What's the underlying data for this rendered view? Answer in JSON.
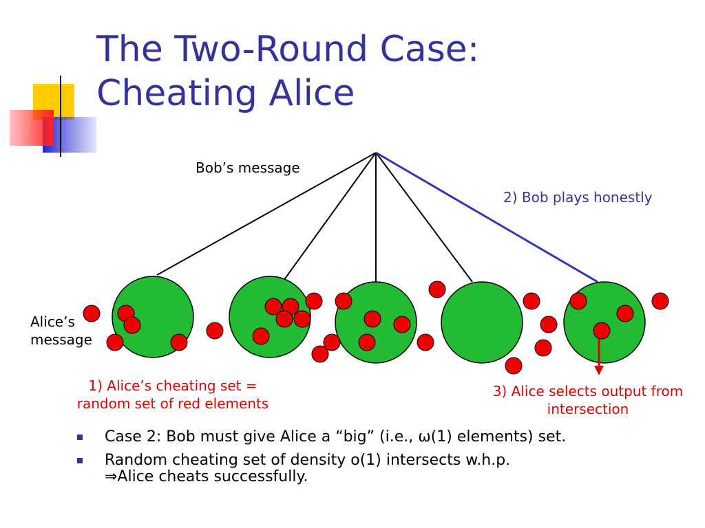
{
  "slide": {
    "title_line1": "The Two-Round Case:",
    "title_line2": "Cheating Alice"
  },
  "labels": {
    "bobs_message": "Bob’s message",
    "bob_honest": "2) Bob plays honestly",
    "alices_message_1": "Alice’s",
    "alices_message_2": "message",
    "cheating_set_1": "1) Alice’s cheating set =",
    "cheating_set_2": "random set of red elements",
    "select_output_1": "3) Alice selects output from",
    "select_output_2": "intersection"
  },
  "bullets": [
    {
      "text": "Case 2: Bob must give Alice a “big” (i.e., ω(1) elements) set."
    },
    {
      "text": "Random cheating set of density o(1) intersects w.h.p.",
      "sub": "⇒Alice cheats successfully."
    }
  ],
  "colors": {
    "title": "#333399",
    "green_circle": "#22bb33",
    "red_element": "#ee0000",
    "honest_edge": "#3333bb",
    "annotation_red": "#e00000"
  }
}
